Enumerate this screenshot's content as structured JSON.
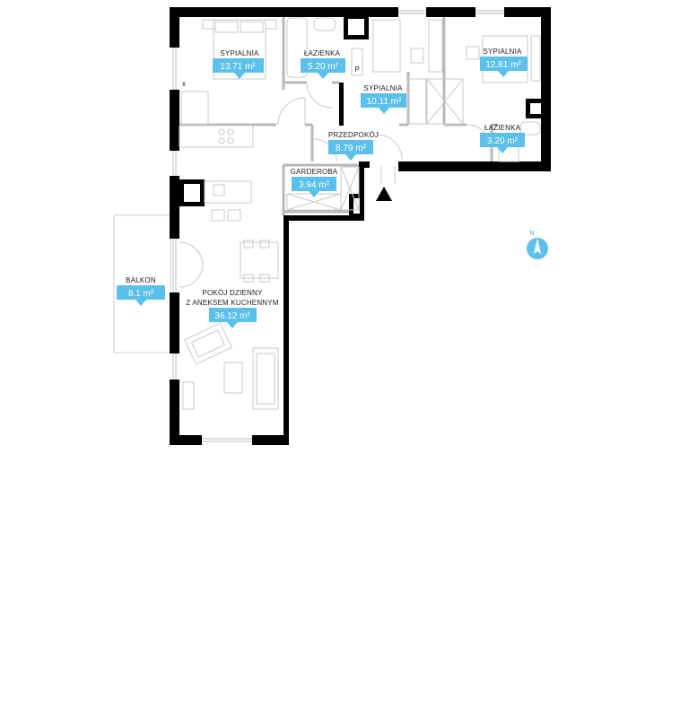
{
  "colors": {
    "accent": "#5bc0eb",
    "wall": "#000000",
    "partition": "#b8b8b8",
    "furniture": "#c8c8c8"
  },
  "rooms": [
    {
      "id": "sypialnia-1",
      "label": [
        "SYPIALNIA"
      ],
      "area": "13.71 m²"
    },
    {
      "id": "lazienka-1",
      "label": [
        "ŁAZIENKA"
      ],
      "area": "5.20 m²"
    },
    {
      "id": "sypialnia-2",
      "label": [
        "SYPIALNIA"
      ],
      "area": "10.11 m²"
    },
    {
      "id": "sypialnia-3",
      "label": [
        "SYPIALNIA"
      ],
      "area": "12.81 m²"
    },
    {
      "id": "lazienka-2",
      "label": [
        "ŁAZIENKA"
      ],
      "area": "3.20 m²"
    },
    {
      "id": "przedpokoj",
      "label": [
        "PRZEDPOKÓJ"
      ],
      "area": "8.79 m²"
    },
    {
      "id": "garderoba",
      "label": [
        "GARDEROBA"
      ],
      "area": "3.94 m²"
    },
    {
      "id": "balkon",
      "label": [
        "BALKON"
      ],
      "area": "8.1 m²"
    },
    {
      "id": "pokoj-dzienny",
      "label": [
        "POKÓJ DZIENNY",
        "Z ANEKSEM KUCHENNYM"
      ],
      "area": "36.12 m²"
    }
  ],
  "compass": {
    "north_label": "N"
  },
  "marks": {
    "x_mark": "x",
    "p_mark": "P"
  },
  "entrance": {
    "icon": "entrance-triangle-icon"
  }
}
